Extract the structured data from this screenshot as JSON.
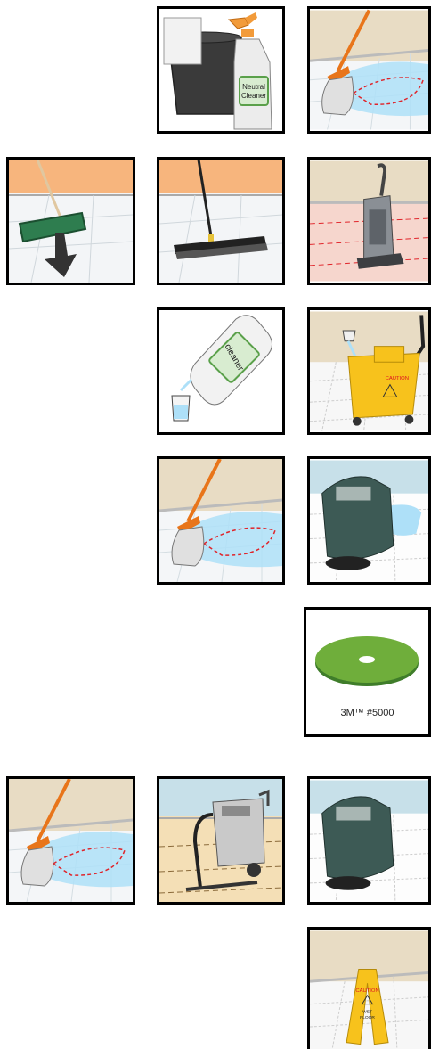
{
  "tiles": {
    "neutral_cleaner": {
      "label": "Neutral\nCleaner",
      "line1": "Neutral",
      "line2": "Cleaner"
    },
    "cleaner_jug": {
      "label": "cleaner"
    },
    "pad": {
      "label": "3M™ #5000"
    },
    "sign": {
      "line1": "CAUTION",
      "line2": "WET",
      "line3": "FLOOR"
    },
    "bucket": {
      "label": "CAUTION"
    }
  },
  "colors": {
    "wall_beige": "#e8dcc4",
    "wall_orange": "#f7b57d",
    "wall_blue": "#c7e0e9",
    "floor_pink": "#f6d6cd",
    "floor_tan": "#f4dfb6",
    "water": "#aee0f8",
    "mop_handle": "#e8751a",
    "red_dash": "#e0242a",
    "yellow": "#f7c21c",
    "machine_green": "#3d5a55"
  }
}
